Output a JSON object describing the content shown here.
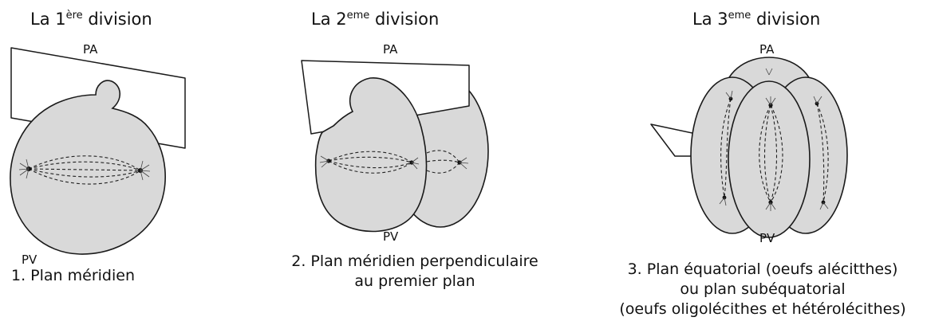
{
  "panels": [
    {
      "title_prefix": "La 1",
      "title_sup": "ère",
      "title_suffix": " division",
      "pole_top": "PA",
      "pole_bottom": "PV",
      "caption_lines": [
        "1. Plan méridien"
      ]
    },
    {
      "title_prefix": "La 2",
      "title_sup": "eme",
      "title_suffix": " division",
      "pole_top": "PA",
      "pole_bottom": "PV",
      "caption_lines": [
        "2. Plan méridien perpendiculaire",
        "au premier plan"
      ]
    },
    {
      "title_prefix": "La 3",
      "title_sup": "eme",
      "title_suffix": " division",
      "pole_top": "PA",
      "pole_bottom": "PV",
      "caption_lines": [
        "3. Plan équatorial (oeufs alécitthes)",
        "ou plan subéquatorial",
        "(oeufs oligolécithes et hétérolécithes)"
      ]
    }
  ],
  "colors": {
    "egg_fill": "#d9d9d9",
    "plane_fill": "#ffffff",
    "stroke": "#1a1a1a"
  }
}
